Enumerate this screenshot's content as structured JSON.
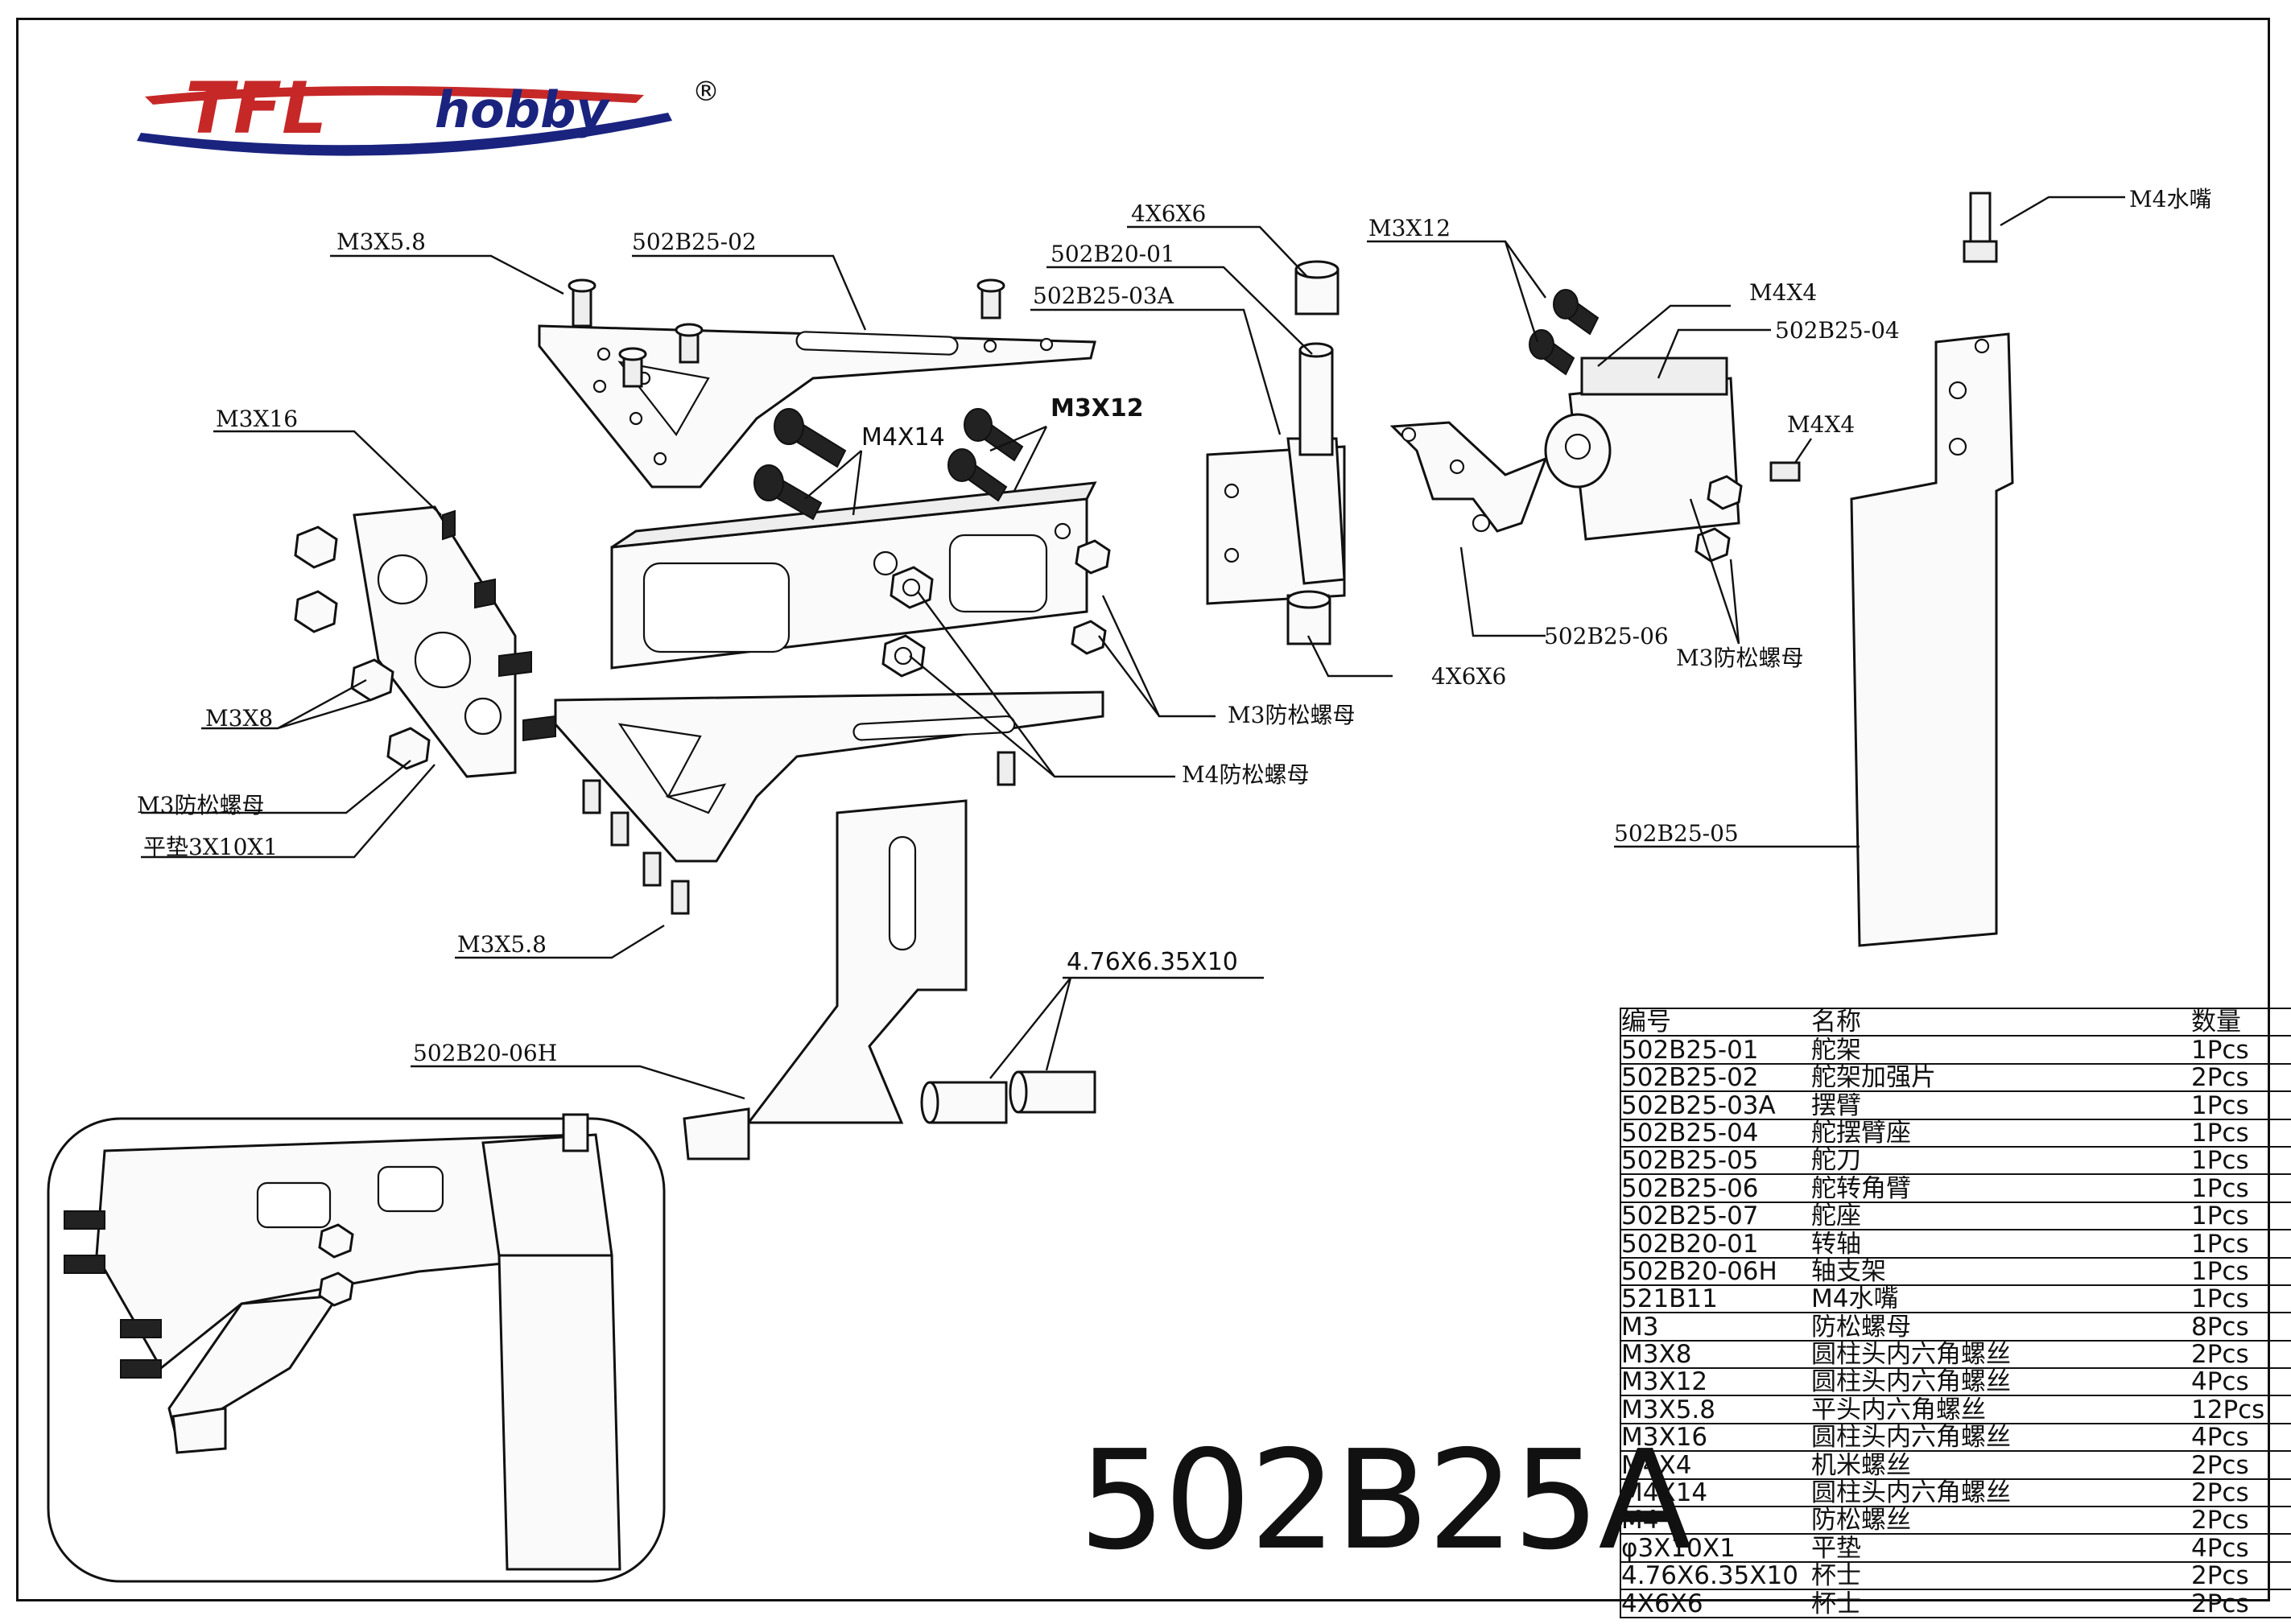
{
  "logo": {
    "text": "TFLhobby",
    "registered": "®"
  },
  "model_number": "502B25A",
  "callouts": [
    {
      "id": "m3x5-8-top",
      "text": "M3X5.8"
    },
    {
      "id": "p502b25-02",
      "text": "502B25-02"
    },
    {
      "id": "p4x6x6-top",
      "text": "4X6X6"
    },
    {
      "id": "p502b20-01",
      "text": "502B20-01"
    },
    {
      "id": "p502b25-03a",
      "text": "502B25-03A"
    },
    {
      "id": "m3x12-right",
      "text": "M3X12"
    },
    {
      "id": "m4x4-top",
      "text": "M4X4"
    },
    {
      "id": "p502b25-04",
      "text": "502B25-04"
    },
    {
      "id": "m4-nozzle",
      "text": "M4水嘴"
    },
    {
      "id": "m3x16",
      "text": "M3X16"
    },
    {
      "id": "m4x14",
      "text": "M4X14"
    },
    {
      "id": "m3x12-mid",
      "text": "M3X12"
    },
    {
      "id": "m4x4-side",
      "text": "M4X4"
    },
    {
      "id": "p502b25-06",
      "text": "502B25-06"
    },
    {
      "id": "m3-locknut-right",
      "text": "M3防松螺母"
    },
    {
      "id": "p4x6x6-bottom",
      "text": "4X6X6"
    },
    {
      "id": "m3x8",
      "text": "M3X8"
    },
    {
      "id": "m3-locknut-center",
      "text": "M3防松螺母"
    },
    {
      "id": "m4-locknut",
      "text": "M4防松螺母"
    },
    {
      "id": "m3-locknut-left",
      "text": "M3防松螺母"
    },
    {
      "id": "washer",
      "text": "平垫3X10X1"
    },
    {
      "id": "p502b25-05",
      "text": "502B25-05"
    },
    {
      "id": "m3x5-8-bottom",
      "text": "M3X5.8"
    },
    {
      "id": "bushing",
      "text": "4.76X6.35X10"
    },
    {
      "id": "p502b20-06h",
      "text": "502B20-06H"
    }
  ],
  "bom": {
    "headers": [
      "编号",
      "名称",
      "数量"
    ],
    "rows": [
      [
        "502B25-01",
        "舵架",
        "1Pcs"
      ],
      [
        "502B25-02",
        "舵架加强片",
        "2Pcs"
      ],
      [
        "502B25-03A",
        "摆臂",
        "1Pcs"
      ],
      [
        "502B25-04",
        "舵摆臂座",
        "1Pcs"
      ],
      [
        "502B25-05",
        "舵刀",
        "1Pcs"
      ],
      [
        "502B25-06",
        "舵转角臂",
        "1Pcs"
      ],
      [
        "502B25-07",
        "舵座",
        "1Pcs"
      ],
      [
        "502B20-01",
        "转轴",
        "1Pcs"
      ],
      [
        "502B20-06H",
        "轴支架",
        "1Pcs"
      ],
      [
        "521B11",
        "M4水嘴",
        "1Pcs"
      ],
      [
        "M3",
        "防松螺母",
        "8Pcs"
      ],
      [
        "M3X8",
        "圆柱头内六角螺丝",
        "2Pcs"
      ],
      [
        "M3X12",
        "圆柱头内六角螺丝",
        "4Pcs"
      ],
      [
        "M3X5.8",
        "平头内六角螺丝",
        "12Pcs"
      ],
      [
        "M3X16",
        "圆柱头内六角螺丝",
        "4Pcs"
      ],
      [
        "M4X4",
        "机米螺丝",
        "2Pcs"
      ],
      [
        "M4X14",
        "圆柱头内六角螺丝",
        "2Pcs"
      ],
      [
        "M4",
        "防松螺丝",
        "2Pcs"
      ],
      [
        "φ3X10X1",
        "平垫",
        "4Pcs"
      ],
      [
        "4.76X6.35X10",
        "杯士",
        "2Pcs"
      ],
      [
        "4X6X6",
        "杯士",
        "2Pcs"
      ]
    ]
  }
}
